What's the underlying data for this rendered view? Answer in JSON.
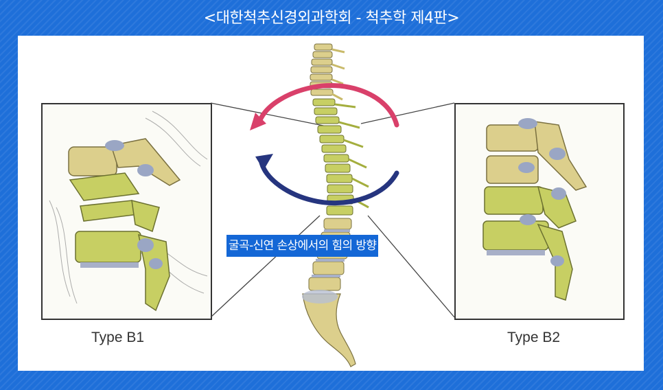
{
  "header": {
    "title": "<대한척추신경외과학회 - 척추학 제4판>"
  },
  "figure": {
    "left_label": "Type B1",
    "right_label": "Type B2",
    "callout": "굴곡-신연 손상에서의 힘의 방향"
  },
  "colors": {
    "background": "#1e6fd9",
    "bone": "#dccf8c",
    "bone_green": "#c7cf63",
    "disc": "#9aa6c4",
    "arrow_top": "#d9406a",
    "arrow_bottom": "#26357f",
    "callout_bg": "#1467d6"
  }
}
